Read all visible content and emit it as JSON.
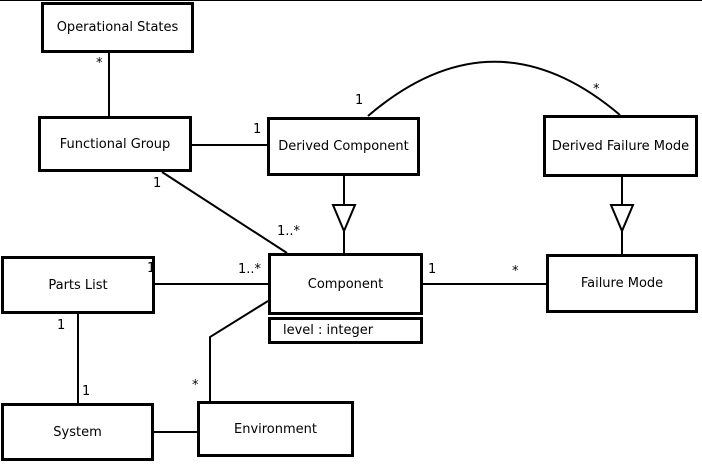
{
  "diagram_type": "uml-class-diagram",
  "colors": {
    "stroke": "#000000",
    "box_fill": "#ffffff",
    "background": "#ffffff",
    "text": "#000000"
  },
  "nodes": {
    "operational_states": {
      "label": "Operational States"
    },
    "functional_group": {
      "label": "Functional Group"
    },
    "derived_component": {
      "label": "Derived Component"
    },
    "derived_failure_mode": {
      "label": "Derived Failure Mode"
    },
    "parts_list": {
      "label": "Parts List"
    },
    "component": {
      "label": "Component",
      "attribute": "level : integer"
    },
    "failure_mode": {
      "label": "Failure Mode"
    },
    "system": {
      "label": "System"
    },
    "environment": {
      "label": "Environment"
    }
  },
  "multiplicities": {
    "os_fg_star": "*",
    "fg_dc_one": "1",
    "fg_comp_one": "1",
    "fg_comp_many": "1..*",
    "dc_arc_one": "1",
    "dfm_arc_star": "*",
    "pl_comp_one": "1",
    "pl_comp_many": "1..*",
    "comp_fm_one": "1",
    "comp_fm_star": "*",
    "pl_sys_one_top": "1",
    "pl_sys_one_bottom": "1",
    "env_comp_star": "*"
  }
}
